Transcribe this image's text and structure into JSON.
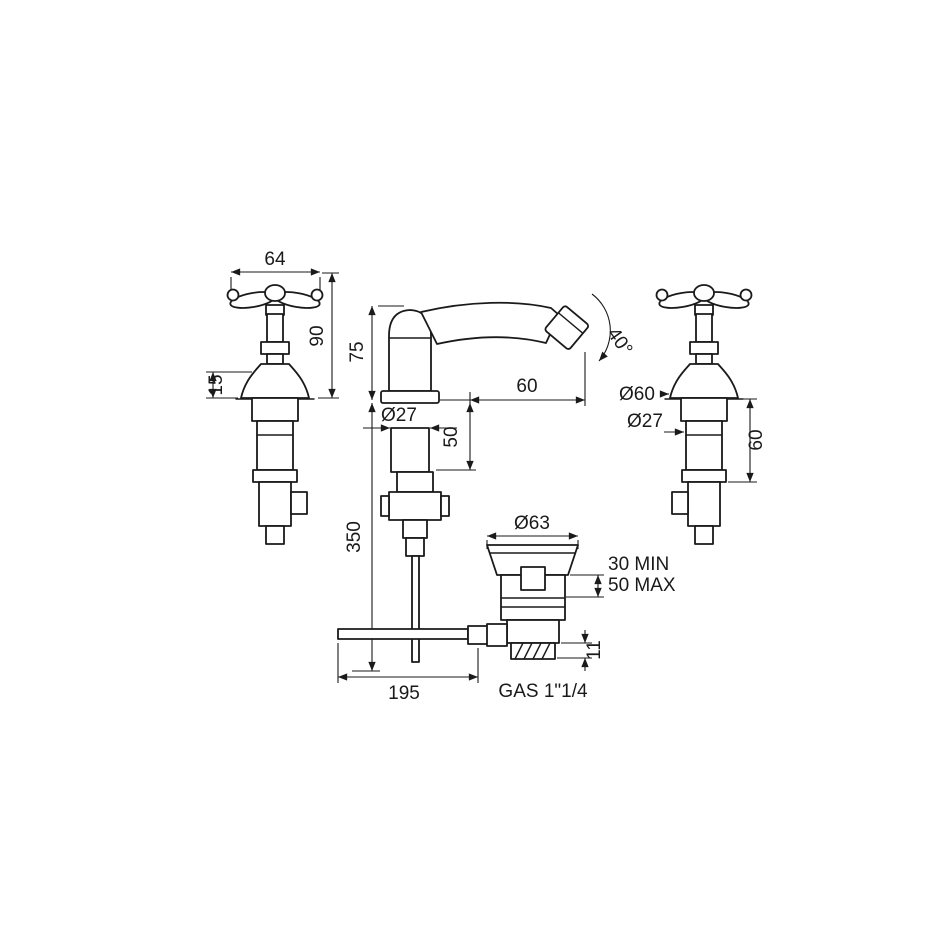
{
  "diagram": {
    "labels": {
      "handle_width": "64",
      "handle_height": "90",
      "escutcheon_height": "15",
      "spout_height": "75",
      "spout_angle": "40°",
      "spout_reach": "60",
      "body_diameter_center": "Ø27",
      "tailpiece_length": "50",
      "supply_length": "350",
      "rod_length": "195",
      "escutcheon_diameter": "Ø60",
      "body_diameter_right": "Ø27",
      "valve_length": "60",
      "waste_flange_diameter": "Ø63",
      "deck_min": "30 MIN",
      "deck_max": "50 MAX",
      "waste_stub": "11",
      "waste_thread": "GAS 1\"1/4"
    }
  }
}
